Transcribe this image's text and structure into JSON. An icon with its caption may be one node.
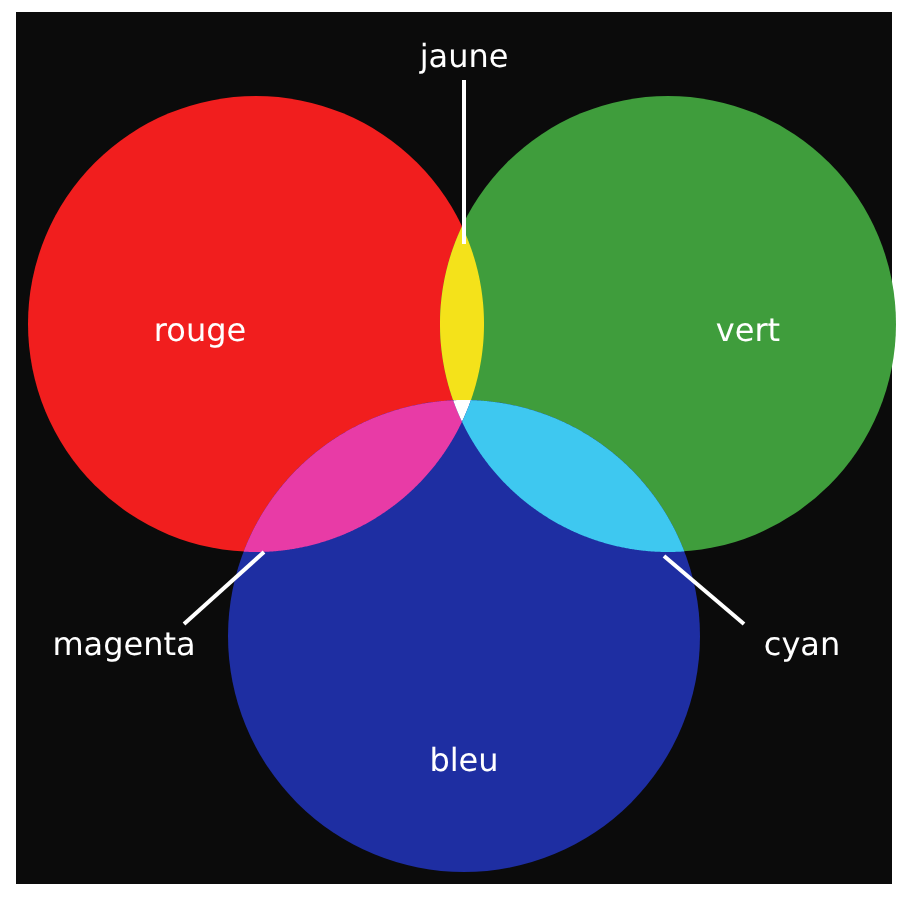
{
  "diagram": {
    "nodes": [
      {
        "text": [
          "rouge"
        ]
      },
      {
        "text": [
          "vert"
        ]
      },
      {
        "text": [
          "bleu"
        ]
      },
      {
        "text": [
          "jaune"
        ]
      },
      {
        "text": [
          "magenta"
        ]
      },
      {
        "text": [
          "cyan"
        ]
      },
      {
        "text": [],
        "shape": "lens"
      },
      {
        "text": [],
        "shape": "lens"
      },
      {
        "text": [],
        "shape": "lens"
      },
      {
        "text": [],
        "shape": "lens"
      }
    ],
    "edges": [
      {
        "from": 3,
        "to": 6,
        "arrow": "none"
      },
      {
        "from": 4,
        "to": 7,
        "arrow": "none"
      },
      {
        "from": 5,
        "to": 9,
        "arrow": "none"
      }
    ]
  }
}
